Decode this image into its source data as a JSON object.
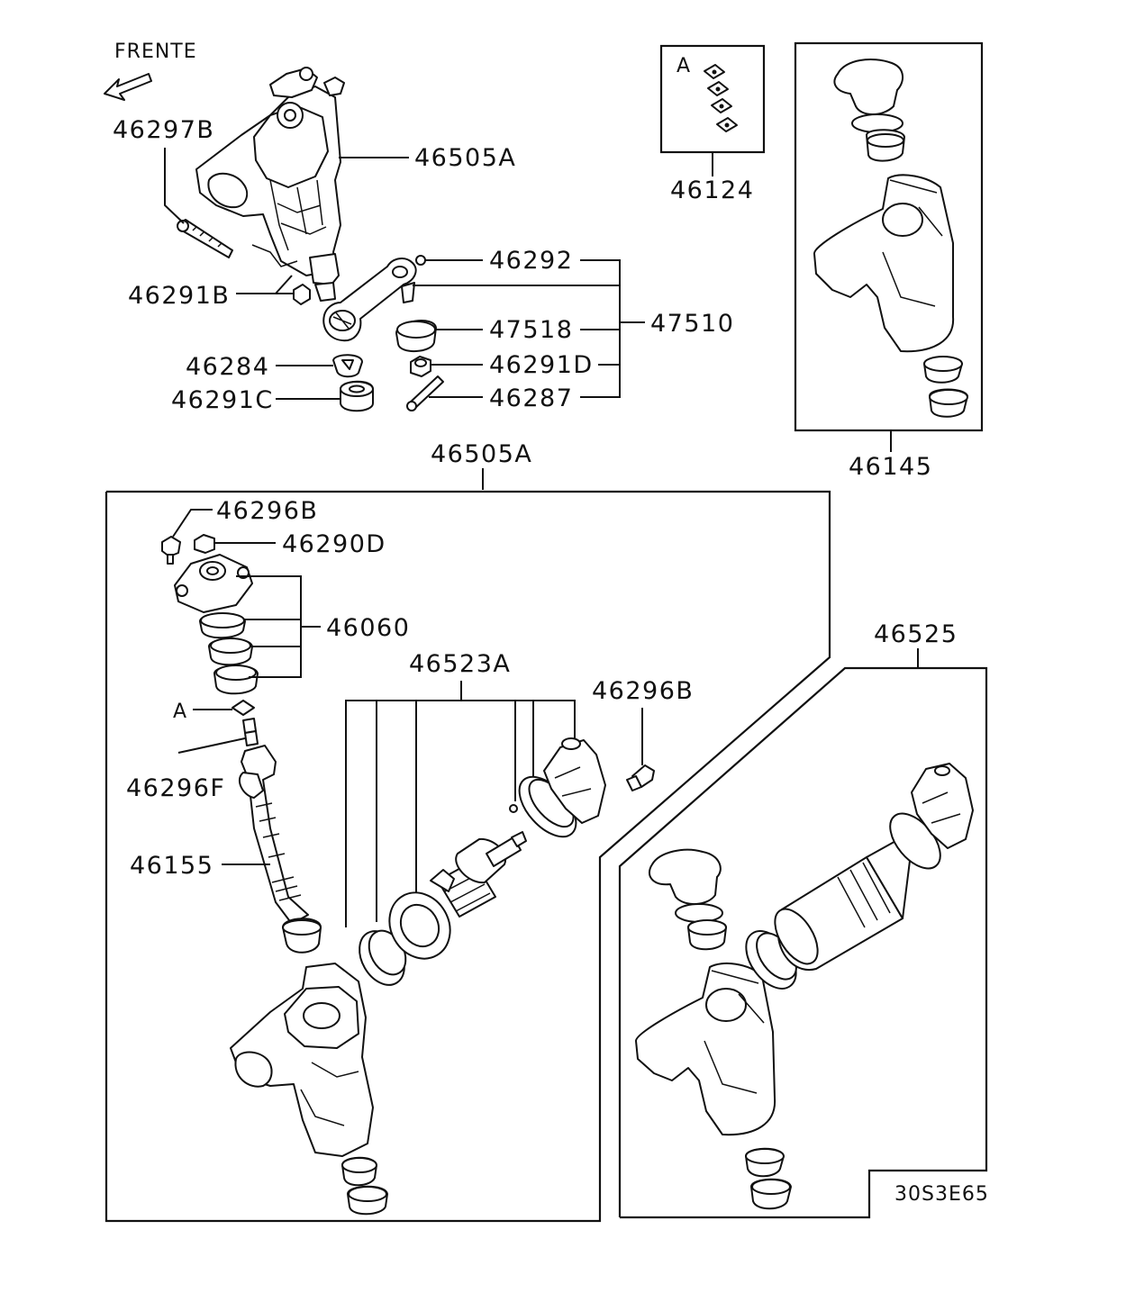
{
  "orientation_label": "FRENTE",
  "code": "30S3E65",
  "callouts": {
    "c46297B": "46297B",
    "c46505A_top": "46505A",
    "c46124": "46124",
    "c46124_key": "A",
    "c46292": "46292",
    "c46291B": "46291B",
    "c47518": "47518",
    "c47510": "47510",
    "c46284": "46284",
    "c46291D": "46291D",
    "c46291C": "46291C",
    "c46287": "46287",
    "c46145": "46145",
    "c46505A_box": "46505A",
    "c46296B_a": "46296B",
    "c46290D": "46290D",
    "c46060": "46060",
    "c46523A": "46523A",
    "c46296B_b": "46296B",
    "c46525": "46525",
    "cA": "A",
    "c46296F": "46296F",
    "c46155": "46155"
  },
  "icons": {
    "front_arrow": "arrow-icon"
  }
}
